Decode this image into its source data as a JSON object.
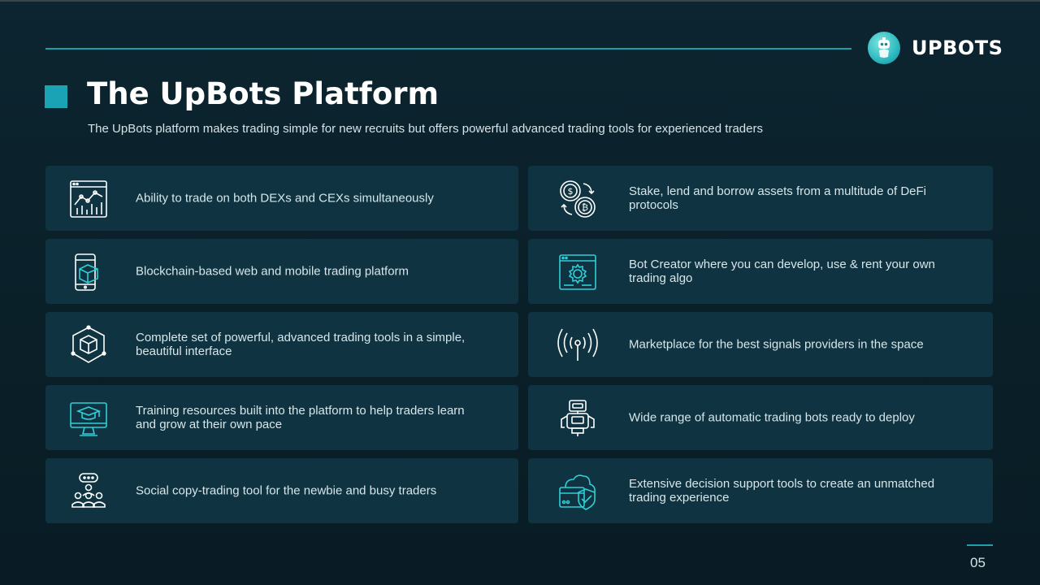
{
  "header": {
    "logo_text": "UPBOTS",
    "title": "The UpBots Platform",
    "subtitle": "The UpBots platform makes trading simple for new recruits but offers powerful advanced trading tools for experienced traders"
  },
  "features_left": [
    {
      "icon": "chart-analytics-icon",
      "text": "Ability to trade on both DEXs and CEXs simultaneously"
    },
    {
      "icon": "mobile-blockchain-icon",
      "text": "Blockchain-based web and mobile trading platform"
    },
    {
      "icon": "cube-network-icon",
      "text": "Complete set of powerful, advanced trading tools in a simple, beautiful interface"
    },
    {
      "icon": "training-monitor-icon",
      "text": "Training resources built into the platform to help traders learn and grow at their own pace"
    },
    {
      "icon": "social-group-icon",
      "text": "Social copy-trading tool for the newbie and busy traders"
    }
  ],
  "features_right": [
    {
      "icon": "crypto-exchange-icon",
      "text": "Stake, lend and borrow assets from a multitude of DeFi protocols"
    },
    {
      "icon": "bot-creator-gear-icon",
      "text": "Bot Creator where you can develop, use & rent your own trading algo"
    },
    {
      "icon": "signal-antenna-icon",
      "text": "Marketplace for the best signals providers in the space"
    },
    {
      "icon": "robot-icon",
      "text": "Wide range of automatic trading bots ready to deploy"
    },
    {
      "icon": "cloud-shield-icon",
      "text": "Extensive decision support tools to create an unmatched trading experience"
    }
  ],
  "footer": {
    "page_number": "05"
  },
  "colors": {
    "accent": "#1aa3b4",
    "background": "#0a1f28",
    "card": "#0f3340",
    "text": "#d6e6ea"
  }
}
